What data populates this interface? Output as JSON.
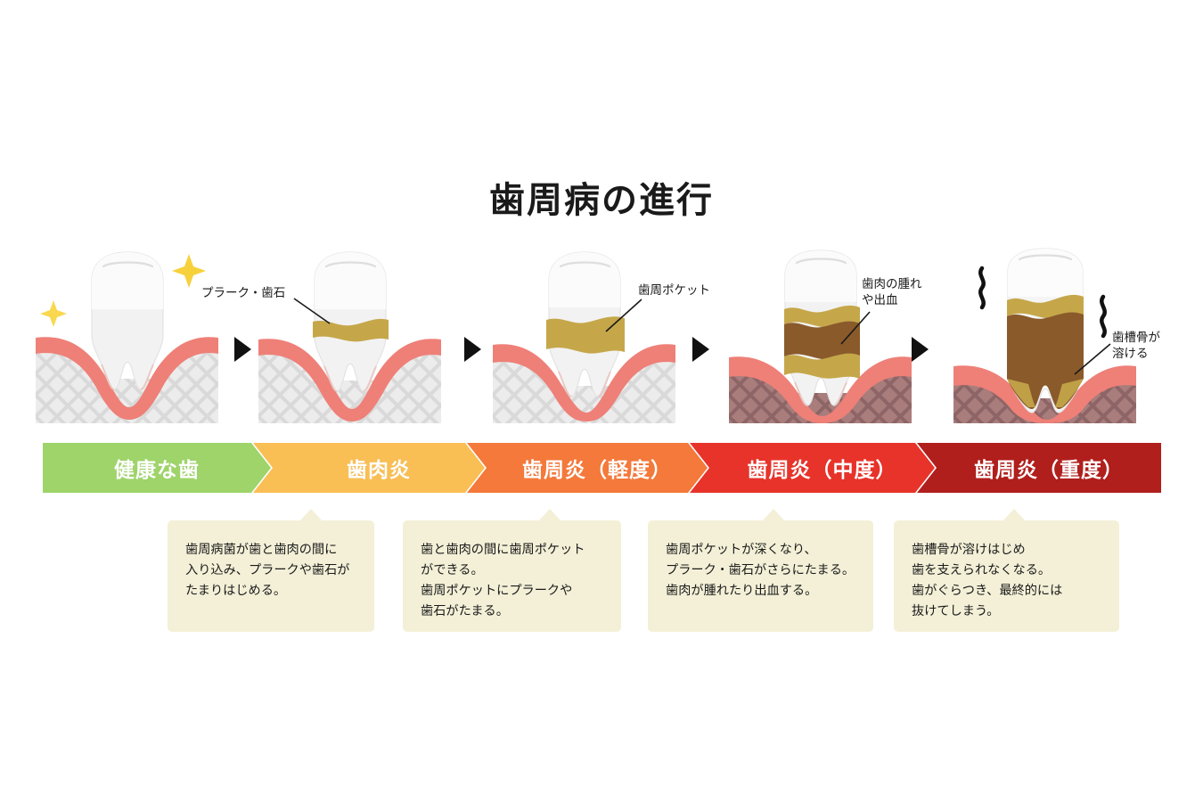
{
  "title": "歯周病の進行",
  "stages": [
    {
      "label": "健康な歯",
      "color": "#9ed46a"
    },
    {
      "label": "歯肉炎",
      "color": "#f9bf55"
    },
    {
      "label": "歯周炎（軽度）",
      "color": "#f4793a"
    },
    {
      "label": "歯周炎（中度）",
      "color": "#e8332a"
    },
    {
      "label": "歯周炎（重度）",
      "color": "#b01f1c"
    }
  ],
  "callouts": [
    {
      "id": "plaque-tartar",
      "text": "プラーク・歯石"
    },
    {
      "id": "perio-pocket",
      "text": "歯周ポケット"
    },
    {
      "id": "gum-swelling",
      "text": "歯肉の腫れ\nや出血"
    },
    {
      "id": "bone-resorption",
      "text": "歯槽骨が\n溶ける"
    }
  ],
  "descriptions": [
    {
      "id": "gingivitis-desc",
      "text": "歯周病菌が歯と歯肉の間に\n入り込み、プラークや歯石が\nたまりはじめる。"
    },
    {
      "id": "mild-periodontitis-desc",
      "text": "歯と歯肉の間に歯周ポケット\nができる。\n歯周ポケットにプラークや\n歯石がたまる。"
    },
    {
      "id": "mod-periodontitis-desc",
      "text": "歯周ポケットが深くなり、\nプラーク・歯石がさらにたまる。\n歯肉が腫れたり出血する。"
    },
    {
      "id": "sev-periodontitis-desc",
      "text": "歯槽骨が溶けはじめ\n歯を支えられなくなる。\n歯がぐらつき、最終的には\n抜けてしまう。"
    }
  ],
  "palette": {
    "tooth_enamel": "#f0f0f0",
    "tooth_enamel_light": "#fafafa",
    "gum_red": "#ee8078",
    "gum_red_dark": "#e4635c",
    "bone_gray": "#d8d8d8",
    "bone_inflamed": "#9a6f70",
    "plaque_yellow": "#c6a94b",
    "plaque_brown": "#8a5a2b",
    "sparkle_yellow": "#f7d13c",
    "balloon_bg": "#f3f0d7",
    "arrow_black": "#111111"
  },
  "icons": {
    "step_arrow": "triangle-right-icon",
    "sparkle": "sparkle-icon",
    "shake": "shake-lines-icon"
  }
}
